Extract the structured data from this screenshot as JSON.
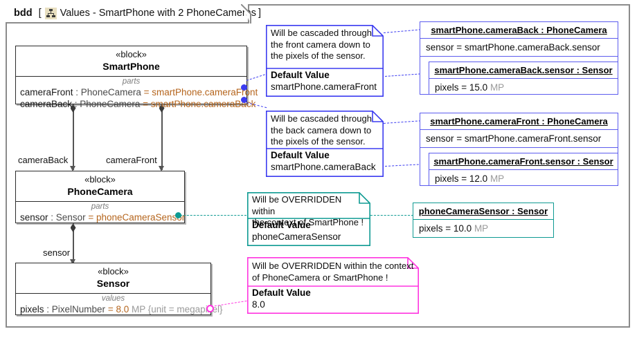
{
  "diagram": {
    "kind": "bdd",
    "bracket_open": "[",
    "bracket_close": "]",
    "icon": "block-definition-diagram-icon",
    "title": "Values - SmartPhone with 2  PhoneCameras"
  },
  "blocks": [
    {
      "id": "smartphone",
      "stereotype": "«block»",
      "name": "SmartPhone",
      "compartment_label": "parts",
      "features": [
        {
          "name": "cameraFront",
          "sep": " : ",
          "type": "PhoneCamera",
          "eq": " = ",
          "default": "smartPhone.cameraFront",
          "suffix": ""
        },
        {
          "name": "cameraBack",
          "sep": " : ",
          "type": "PhoneCamera",
          "eq": " = ",
          "default": "smartPhone.cameraBack",
          "suffix": ""
        }
      ]
    },
    {
      "id": "phonecamera",
      "stereotype": "«block»",
      "name": "PhoneCamera",
      "compartment_label": "parts",
      "features": [
        {
          "name": "sensor",
          "sep": " : ",
          "type": "Sensor",
          "eq": " = ",
          "default": "phoneCameraSensor",
          "suffix": ""
        }
      ]
    },
    {
      "id": "sensor",
      "stereotype": "«block»",
      "name": "Sensor",
      "compartment_label": "values",
      "features": [
        {
          "name": "pixels",
          "sep": " : ",
          "type": "PixelNumber",
          "eq": " = ",
          "default": "8.0",
          "unit": " MP",
          "suffix": " {unit = megapixel}"
        }
      ]
    }
  ],
  "associations": [
    {
      "id": "camerBack-assoc",
      "label": "cameraBack"
    },
    {
      "id": "cameraFront-assoc",
      "label": "cameraFront"
    },
    {
      "id": "sensor-assoc",
      "label": "sensor"
    }
  ],
  "notes": [
    {
      "id": "note-front",
      "color": "#3b3bf0",
      "text_lines": [
        "Will be cascaded through",
        "the front camera down to",
        "the pixels of the sensor."
      ],
      "dv_title": "Default Value",
      "dv_value": "smartPhone.cameraFront"
    },
    {
      "id": "note-back",
      "color": "#3b3bf0",
      "text_lines": [
        "Will be cascaded through",
        "the back camera down to",
        "the pixels of the sensor."
      ],
      "dv_title": "Default Value",
      "dv_value": "smartPhone.cameraBack"
    },
    {
      "id": "note-sensor",
      "color": "#0e9a92",
      "text_lines": [
        "Will be OVERRIDDEN within",
        "the context of SmartPhone !"
      ],
      "dv_title": "Default Value",
      "dv_value": "phoneCameraSensor"
    },
    {
      "id": "note-pixels",
      "color": "#ff35e0",
      "text_lines": [
        "Will be OVERRIDDEN within the context",
        "of PhoneCamera or SmartPhone !"
      ],
      "dv_title": "Default Value",
      "dv_value": "8.0"
    }
  ],
  "instances": [
    {
      "id": "inst-camback",
      "color": "#5b5bee",
      "name": "smartPhone.cameraBack : PhoneCamera",
      "slot": "sensor = smartPhone.cameraBack.sensor",
      "nested": {
        "id": "inst-camback-sensor",
        "color": "#5b5bee",
        "name": "smartPhone.cameraBack.sensor : Sensor",
        "slot_prefix": "pixels = 15.0",
        "slot_unit": " MP"
      }
    },
    {
      "id": "inst-camfront",
      "color": "#5b5bee",
      "name": "smartPhone.cameraFront : PhoneCamera",
      "slot": "sensor = smartPhone.cameraFront.sensor",
      "nested": {
        "id": "inst-camfront-sensor",
        "color": "#5b5bee",
        "name": "smartPhone.cameraFront.sensor : Sensor",
        "slot_prefix": "pixels = 12.0",
        "slot_unit": " MP"
      }
    },
    {
      "id": "inst-phonecamsensor",
      "color": "#0e9a92",
      "name": "phoneCameraSensor : Sensor",
      "slot_prefix": "pixels = 10.0",
      "slot_unit": " MP"
    }
  ]
}
